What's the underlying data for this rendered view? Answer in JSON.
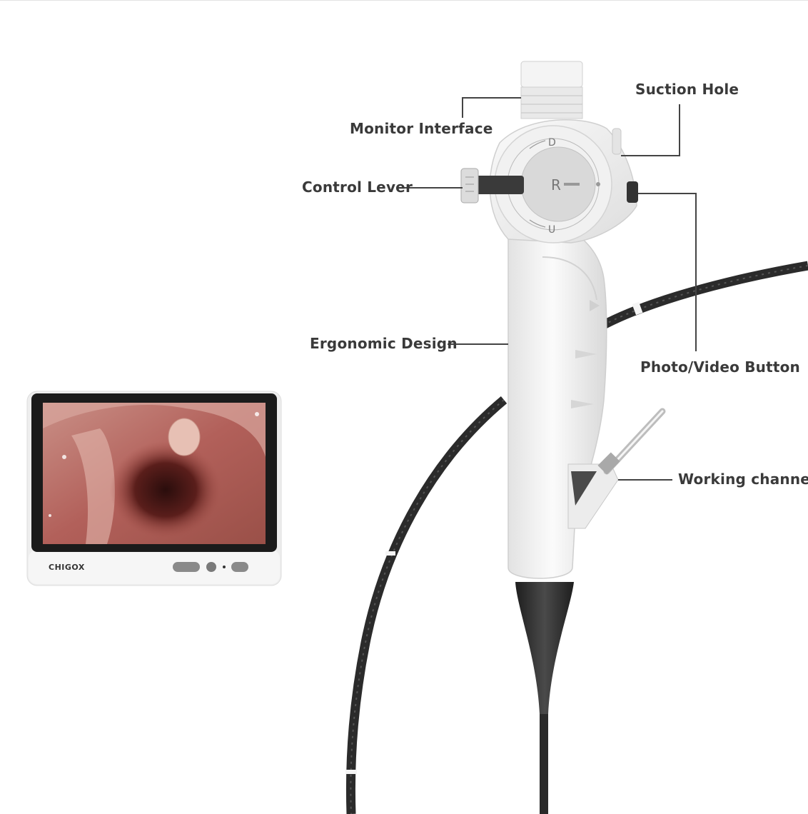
{
  "labels": {
    "monitor_interface": "Monitor Interface",
    "suction_hole": "Suction Hole",
    "control_lever": "Control Lever",
    "ergonomic_design": "Ergonomic Design",
    "photo_video_button": "Photo/Video Button",
    "working_channel": "Working channel"
  },
  "device": {
    "brand": "CHIGOX",
    "dial_top": "D",
    "dial_center": "R",
    "dial_bottom": "U"
  },
  "colors": {
    "label_text": "#3a3a3a",
    "leader_line": "#444444",
    "monitor_bezel": "#1b1b1b",
    "device_white": "#f2f2f2",
    "tip_dark": "#2a2a2a"
  }
}
